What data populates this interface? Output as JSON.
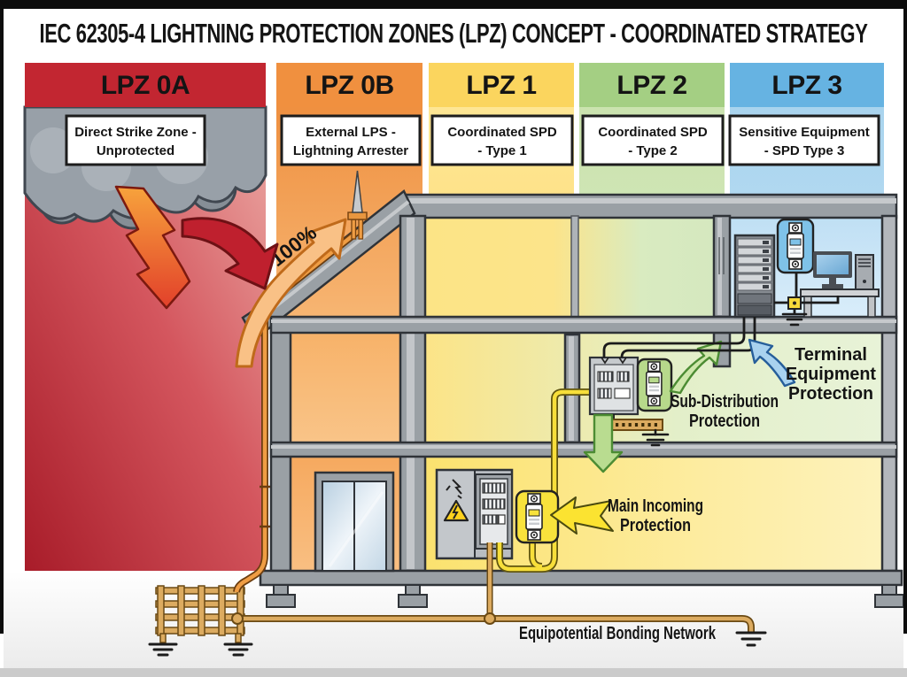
{
  "title": "IEC 62305-4 LIGHTNING PROTECTION ZONES (LPZ) CONCEPT - COORDINATED STRATEGY",
  "zones": [
    {
      "header": "LPZ 0A",
      "header_bg": "#c22631",
      "header_text_color": "#ffffff",
      "box_line1": "Direct Strike Zone -",
      "box_line2": "Unprotected"
    },
    {
      "header": "LPZ 0B",
      "header_bg": "#f0903f",
      "header_text_color": "#141414",
      "box_line1": "External LPS -",
      "box_line2": "Lightning Arrester"
    },
    {
      "header": "LPZ 1",
      "header_bg": "#fbd55e",
      "header_text_color": "#141414",
      "box_line1": "Coordinated SPD",
      "box_line2": "- Type 1"
    },
    {
      "header": "LPZ 2",
      "header_bg": "#a4cf83",
      "header_text_color": "#141414",
      "box_line1": "Coordinated SPD",
      "box_line2": "- Type 2"
    },
    {
      "header": "LPZ 3",
      "header_bg": "#66b3e2",
      "header_text_color": "#141414",
      "box_line1": "Sensitive Equipment",
      "box_line2": "- SPD Type 3"
    }
  ],
  "annotations": {
    "strike_percent": "100%",
    "main_incoming_line1": "Main Incoming",
    "main_incoming_line2": "Protection",
    "sub_distribution_line1": "Sub-Distribution",
    "sub_distribution_line2": "Protection",
    "terminal_line1": "Terminal",
    "terminal_line2": "Equipment",
    "terminal_line3": "Protection",
    "equipotential": "Equipotential Bonding Network"
  },
  "colors": {
    "conductor_orange": "#ef9d44",
    "bonding_copper": "#dcab60",
    "lightning_bolt_orange_red": "#e8542b",
    "strike_arrow_red": "#bf202e",
    "spd_box_yellow": "#f8e23c",
    "spd_box_green": "#b7d98b",
    "spd_box_blue": "#7fc2e8",
    "highlight_arrow_yellow": "#fbe331",
    "flow_arrow_green": "#b9dc90",
    "flow_arrow_blue": "#a9d2ef",
    "structure_gray": "#9aa0a5",
    "cloud_gray": "#98a0a8"
  }
}
